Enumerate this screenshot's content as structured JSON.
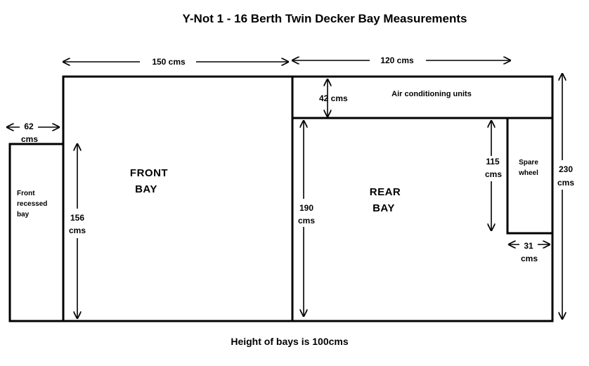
{
  "title": "Y-Not 1 - 16 Berth Twin Decker Bay Measurements",
  "footer": "Height of bays is 100cms",
  "bays": {
    "front": [
      "FRONT",
      "BAY"
    ],
    "rear": [
      "REAR",
      "BAY"
    ],
    "front_recessed": [
      "Front",
      "recessed",
      "bay"
    ],
    "air_conditioning": "Air conditioning units",
    "spare_wheel": [
      "Spare",
      "wheel"
    ]
  },
  "measurements": {
    "front_width": "150 cms",
    "rear_width": "120 cms",
    "recessed_width": [
      "62",
      "cms"
    ],
    "front_height": [
      "156",
      "cms"
    ],
    "ac_height": "42 cms",
    "rear_height": [
      "190",
      "cms"
    ],
    "total_height": [
      "230",
      "cms"
    ],
    "spare_height": [
      "115",
      "cms"
    ],
    "spare_width": [
      "31",
      "cms"
    ]
  }
}
